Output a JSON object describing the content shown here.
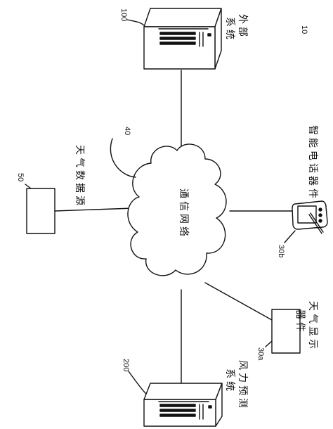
{
  "figure": {
    "number": "10"
  },
  "nodes": {
    "external_system": {
      "ref": "100",
      "label_line1": "外部",
      "label_line2": "系统"
    },
    "weather_source": {
      "ref": "50",
      "label": "天气数据源"
    },
    "network": {
      "ref": "40",
      "label": "通信网络"
    },
    "smart_phone": {
      "ref": "30b",
      "label": "智能电话器件"
    },
    "weather_display": {
      "ref": "30a",
      "label_line1": "天气显示",
      "label_line2": "器件"
    },
    "wind_forecast": {
      "ref": "200",
      "label_line1": "风力预测",
      "label_line2": "系统"
    }
  }
}
